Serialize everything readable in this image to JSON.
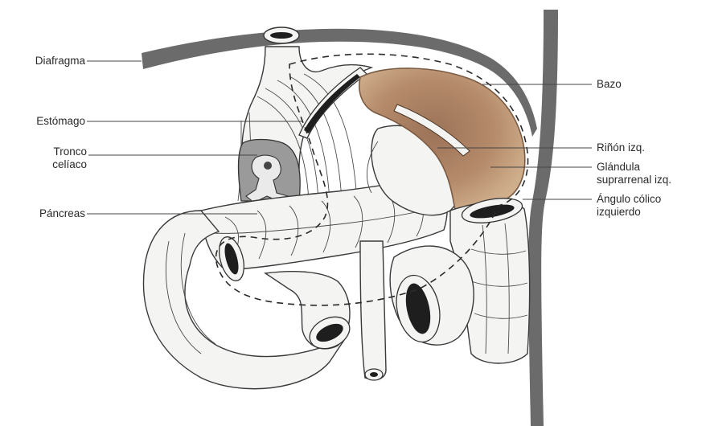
{
  "labels": {
    "diafragma": "Diafragma",
    "estomago": "Estómago",
    "tronco_line1": "Tronco",
    "tronco_line2": "celíaco",
    "pancreas": "Páncreas",
    "bazo": "Bazo",
    "rinon": "Riñón izq.",
    "glandula_line1": "Glándula",
    "glandula_line2": "suprarrenal izq.",
    "angulo_line1": "Ángulo cólico",
    "angulo_line2": "izquierdo"
  },
  "colors": {
    "spleen": "#b88d6c",
    "spleen_edge": "#7a5a42",
    "wall": "#6b6b6b",
    "organ_fill": "#f4f4f2"
  }
}
